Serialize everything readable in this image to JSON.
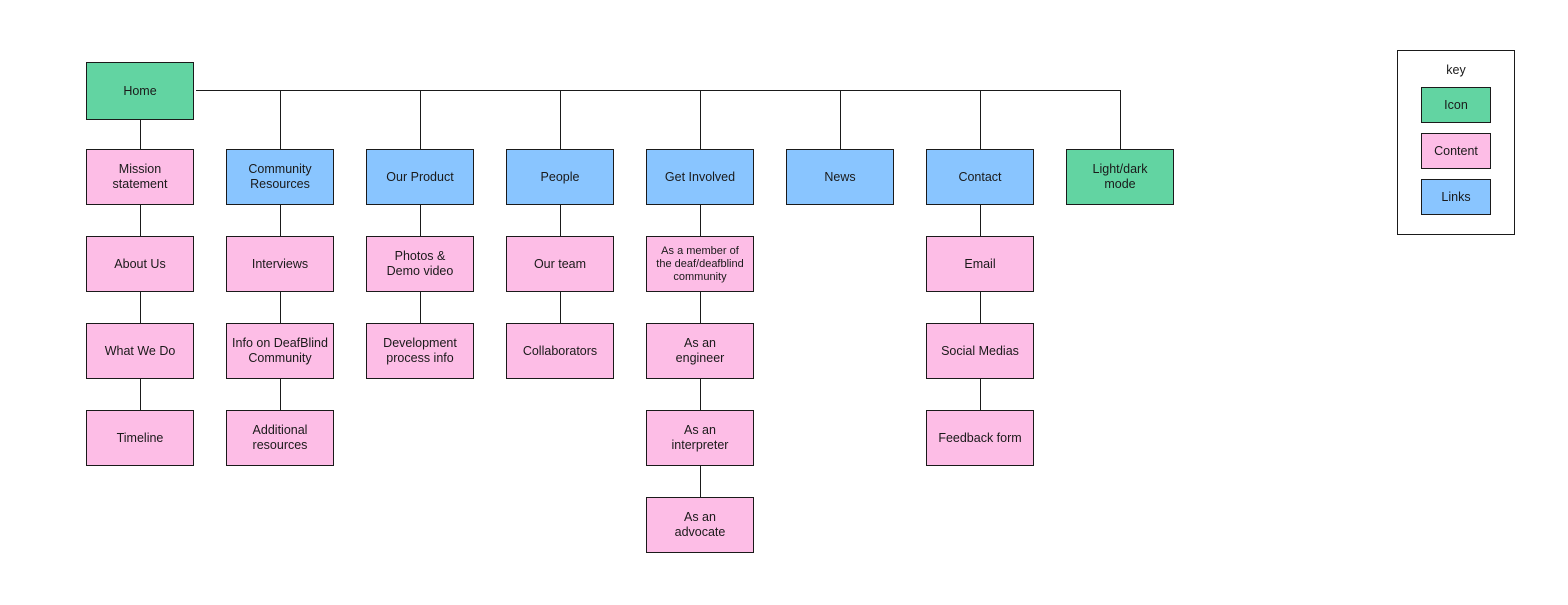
{
  "colors": {
    "icon": "#62d4a2",
    "content": "#fdbde6",
    "links": "#89c5ff",
    "line": "#1a1a1a"
  },
  "home": {
    "label": "Home",
    "type": "icon"
  },
  "columns": [
    {
      "items": [
        {
          "label": "Mission\nstatement",
          "type": "content"
        },
        {
          "label": "About Us",
          "type": "content"
        },
        {
          "label": "What We Do",
          "type": "content"
        },
        {
          "label": "Timeline",
          "type": "content"
        }
      ]
    },
    {
      "items": [
        {
          "label": "Community\nResources",
          "type": "links"
        },
        {
          "label": "Interviews",
          "type": "content"
        },
        {
          "label": "Info on DeafBlind\nCommunity",
          "type": "content"
        },
        {
          "label": "Additional\nresources",
          "type": "content"
        }
      ]
    },
    {
      "items": [
        {
          "label": "Our Product",
          "type": "links"
        },
        {
          "label": "Photos &\nDemo video",
          "type": "content"
        },
        {
          "label": "Development\nprocess info",
          "type": "content"
        }
      ]
    },
    {
      "items": [
        {
          "label": "People",
          "type": "links"
        },
        {
          "label": "Our team",
          "type": "content"
        },
        {
          "label": "Collaborators",
          "type": "content"
        }
      ]
    },
    {
      "items": [
        {
          "label": "Get Involved",
          "type": "links"
        },
        {
          "label": "As a member of\nthe deaf/deafblind\ncommunity",
          "type": "content"
        },
        {
          "label": "As an\nengineer",
          "type": "content"
        },
        {
          "label": "As an\ninterpreter",
          "type": "content"
        },
        {
          "label": "As an\nadvocate",
          "type": "content"
        }
      ]
    },
    {
      "items": [
        {
          "label": "News",
          "type": "links"
        }
      ]
    },
    {
      "items": [
        {
          "label": "Contact",
          "type": "links"
        },
        {
          "label": "Email",
          "type": "content"
        },
        {
          "label": "Social Medias",
          "type": "content"
        },
        {
          "label": "Feedback form",
          "type": "content"
        }
      ]
    },
    {
      "items": [
        {
          "label": "Light/dark\nmode",
          "type": "icon"
        }
      ]
    }
  ],
  "key": {
    "title": "key",
    "entries": [
      {
        "label": "Icon",
        "type": "icon"
      },
      {
        "label": "Content",
        "type": "content"
      },
      {
        "label": "Links",
        "type": "links"
      }
    ]
  }
}
